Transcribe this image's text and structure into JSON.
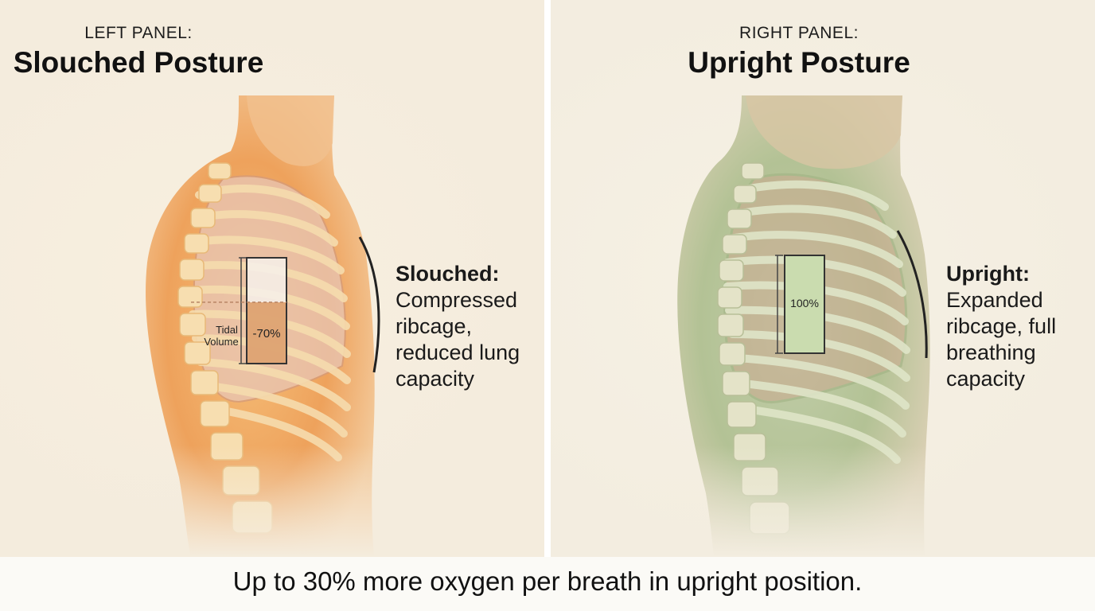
{
  "left_panel": {
    "label": "LEFT PANEL:",
    "title": "Slouched Posture",
    "callout_head": "Slouched:",
    "callout_lines": [
      "Compressed",
      "ribcage,",
      "reduced lung",
      "capacity"
    ],
    "gauge": {
      "side_label_line1": "Tidal",
      "side_label_line2": "Volume",
      "value_label": "-70%",
      "fill_fraction": 0.58
    },
    "colors": {
      "body": "#f2b36a",
      "fill": "#d9935a"
    }
  },
  "right_panel": {
    "label": "RIGHT PANEL:",
    "title": "Upright Posture",
    "callout_head": "Upright:",
    "callout_lines": [
      "Expanded",
      "ribcage, full",
      "breathing",
      "capacity"
    ],
    "gauge": {
      "value_label": "100%",
      "fill_fraction": 1.0
    },
    "colors": {
      "body": "#b9c79e",
      "fill": "#c5d9a8"
    }
  },
  "footer": {
    "text": "Up to 30% more oxygen per breath in upright position."
  }
}
